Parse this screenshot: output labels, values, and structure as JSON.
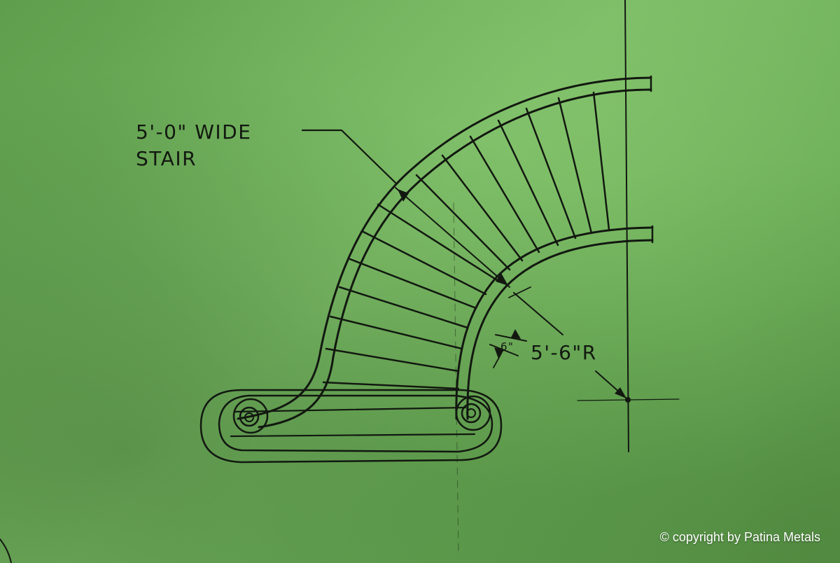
{
  "drawing": {
    "label_width_line1": "5'-0\" WIDE",
    "label_width_line2": "STAIR",
    "label_radius": "5'-6\"R",
    "label_rail": "6\""
  },
  "watermark": "© copyright by Patina Metals",
  "colors": {
    "paper": "#6fb05c",
    "ink": "#121810",
    "watermark": "#ffffff"
  }
}
